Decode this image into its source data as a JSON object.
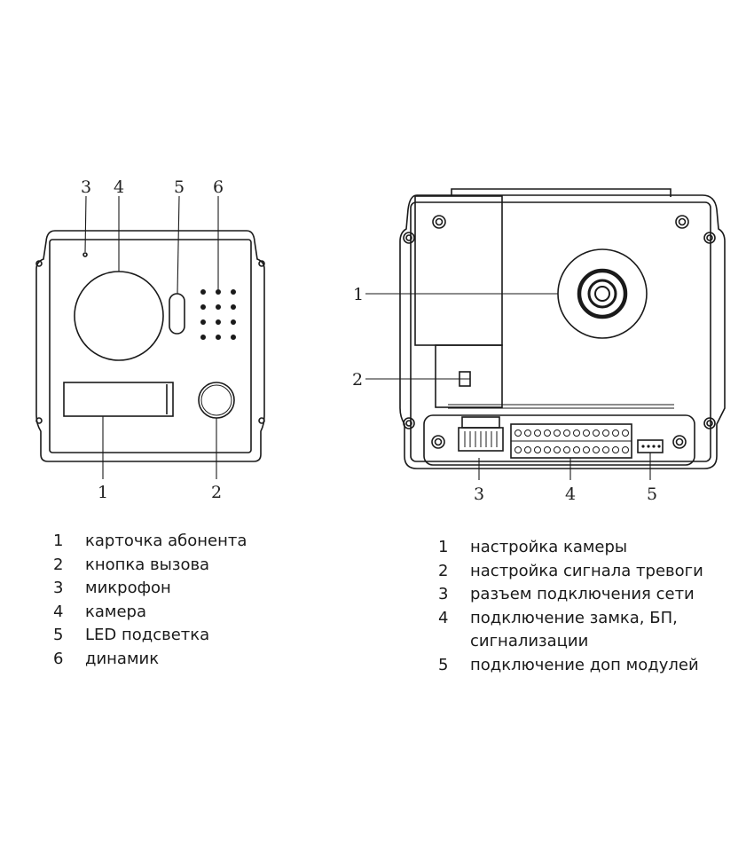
{
  "front_panel": {
    "callouts": [
      "3",
      "4",
      "5",
      "6",
      "1",
      "2"
    ],
    "legend": [
      {
        "num": "1",
        "text": "карточка абонента"
      },
      {
        "num": "2",
        "text": "кнопка вызова"
      },
      {
        "num": "3",
        "text": "микрофон"
      },
      {
        "num": "4",
        "text": "камера"
      },
      {
        "num": "5",
        "text": "LED подсветка"
      },
      {
        "num": "6",
        "text": "динамик"
      }
    ]
  },
  "back_panel": {
    "callouts": [
      "1",
      "2",
      "3",
      "4",
      "5"
    ],
    "legend": [
      {
        "num": "1",
        "text": "настройка камеры"
      },
      {
        "num": "2",
        "text": "настройка сигнала тревоги"
      },
      {
        "num": "3",
        "text": "разъем подключения сети"
      },
      {
        "num": "4",
        "text": "подключение замка, БП, сигнализации"
      },
      {
        "num": "5",
        "text": "подключение доп модулей"
      }
    ]
  }
}
